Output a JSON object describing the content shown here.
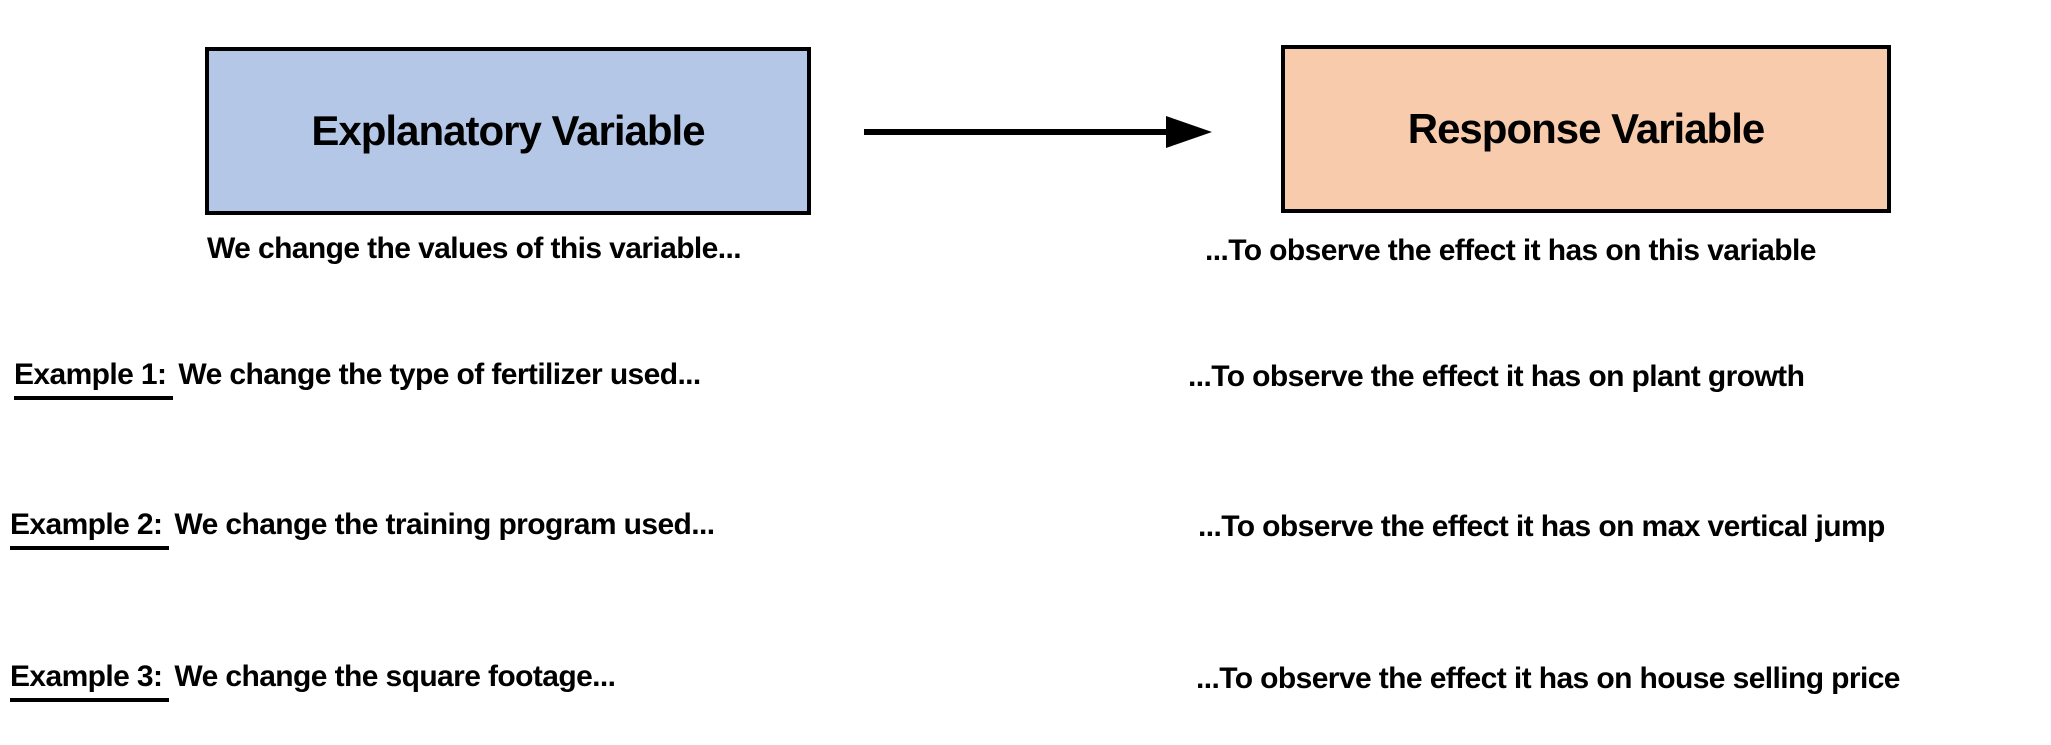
{
  "diagram": {
    "boxes": {
      "explanatory": {
        "label": "Explanatory Variable",
        "fill": "#b4c7e7"
      },
      "response": {
        "label": "Response Variable",
        "fill": "#f7cbac"
      }
    },
    "arrow": {
      "direction": "right",
      "color": "#000000"
    },
    "captions": {
      "left": "We change the values of this variable...",
      "right": "...To observe the effect it has on this variable"
    },
    "examples": [
      {
        "label": "Example 1:",
        "left": "We change the type of fertilizer used...",
        "right": "...To observe the effect it has on plant growth"
      },
      {
        "label": "Example 2:",
        "left": "We change the training program used...",
        "right": "...To observe the effect it has on max vertical jump"
      },
      {
        "label": "Example 3:",
        "left": "We change the square footage...",
        "right": "...To observe the effect it has on house selling price"
      }
    ],
    "colors": {
      "border": "#000000",
      "text": "#000000",
      "background": "#ffffff"
    }
  }
}
